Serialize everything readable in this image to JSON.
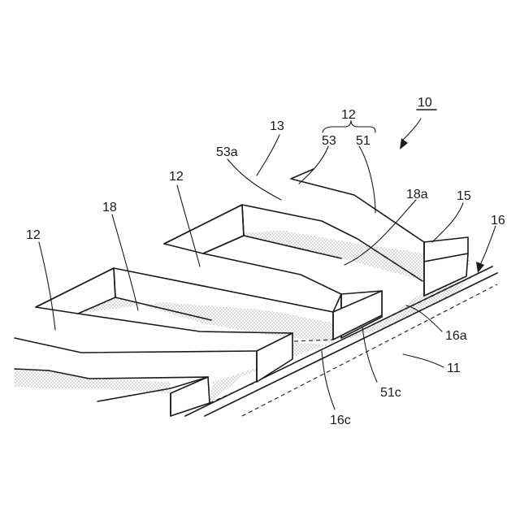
{
  "labels": {
    "ref_10": "10",
    "ref_12_top": "12",
    "ref_53": "53",
    "ref_51": "51",
    "ref_13": "13",
    "ref_53a": "53a",
    "ref_18a": "18a",
    "ref_15": "15",
    "ref_16": "16",
    "ref_12_mid": "12",
    "ref_18": "18",
    "ref_12_left": "12",
    "ref_16a": "16a",
    "ref_11": "11",
    "ref_51c": "51c",
    "ref_16c": "16c"
  }
}
